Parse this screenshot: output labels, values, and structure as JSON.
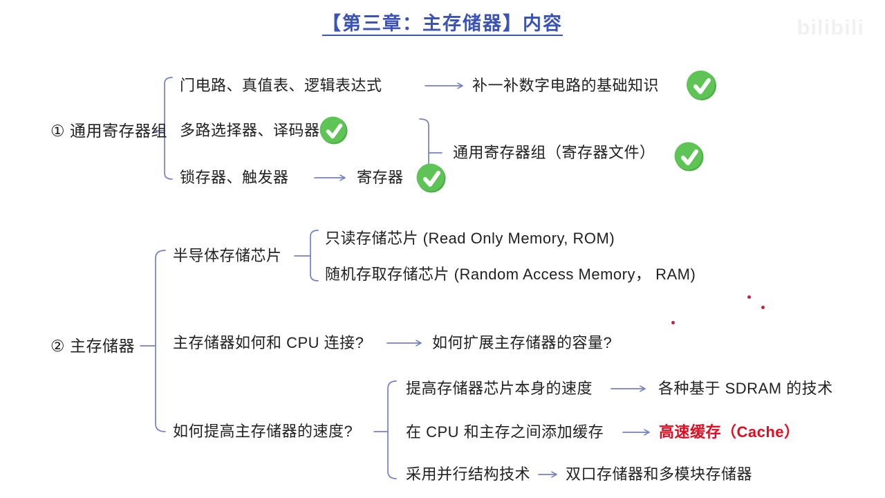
{
  "title": "【第三章：主存储器】内容",
  "watermark": "bilibili",
  "colors": {
    "title_blue": "#3a53b4",
    "connector_blue": "#7280c6",
    "text_dark": "#212121",
    "highlight_red": "#e30b20",
    "check_green": "#5ec455",
    "laser_dot_red": "#bf2449"
  },
  "tree": {
    "s1": {
      "label": "① 通用寄存器组",
      "gates": "门电路、真值表、逻辑表达式",
      "gates_result": "补一补数字电路的基础知识",
      "mux": "多路选择器、译码器",
      "latch": "锁存器、触发器",
      "register": "寄存器",
      "merge": "通用寄存器组（寄存器文件）"
    },
    "s2": {
      "label": "② 主存储器",
      "semi_label": "半导体存储芯片",
      "rom": "只读存储芯片 (Read Only Memory, ROM)",
      "ram": "随机存取存储芯片 (Random Access Memory， RAM)",
      "connect_q": "主存储器如何和 CPU 连接?",
      "expand_q": "如何扩展主存储器的容量?",
      "speed_q": "如何提高主存储器的速度?",
      "speed1": "提高存储器芯片本身的速度",
      "speed1_result": "各种基于 SDRAM 的技术",
      "speed2": "在 CPU 和主存之间添加缓存",
      "speed2_result": "高速缓存（Cache）",
      "speed3": "采用并行结构技术",
      "speed3_result": "双口存储器和多模块存储器"
    }
  }
}
